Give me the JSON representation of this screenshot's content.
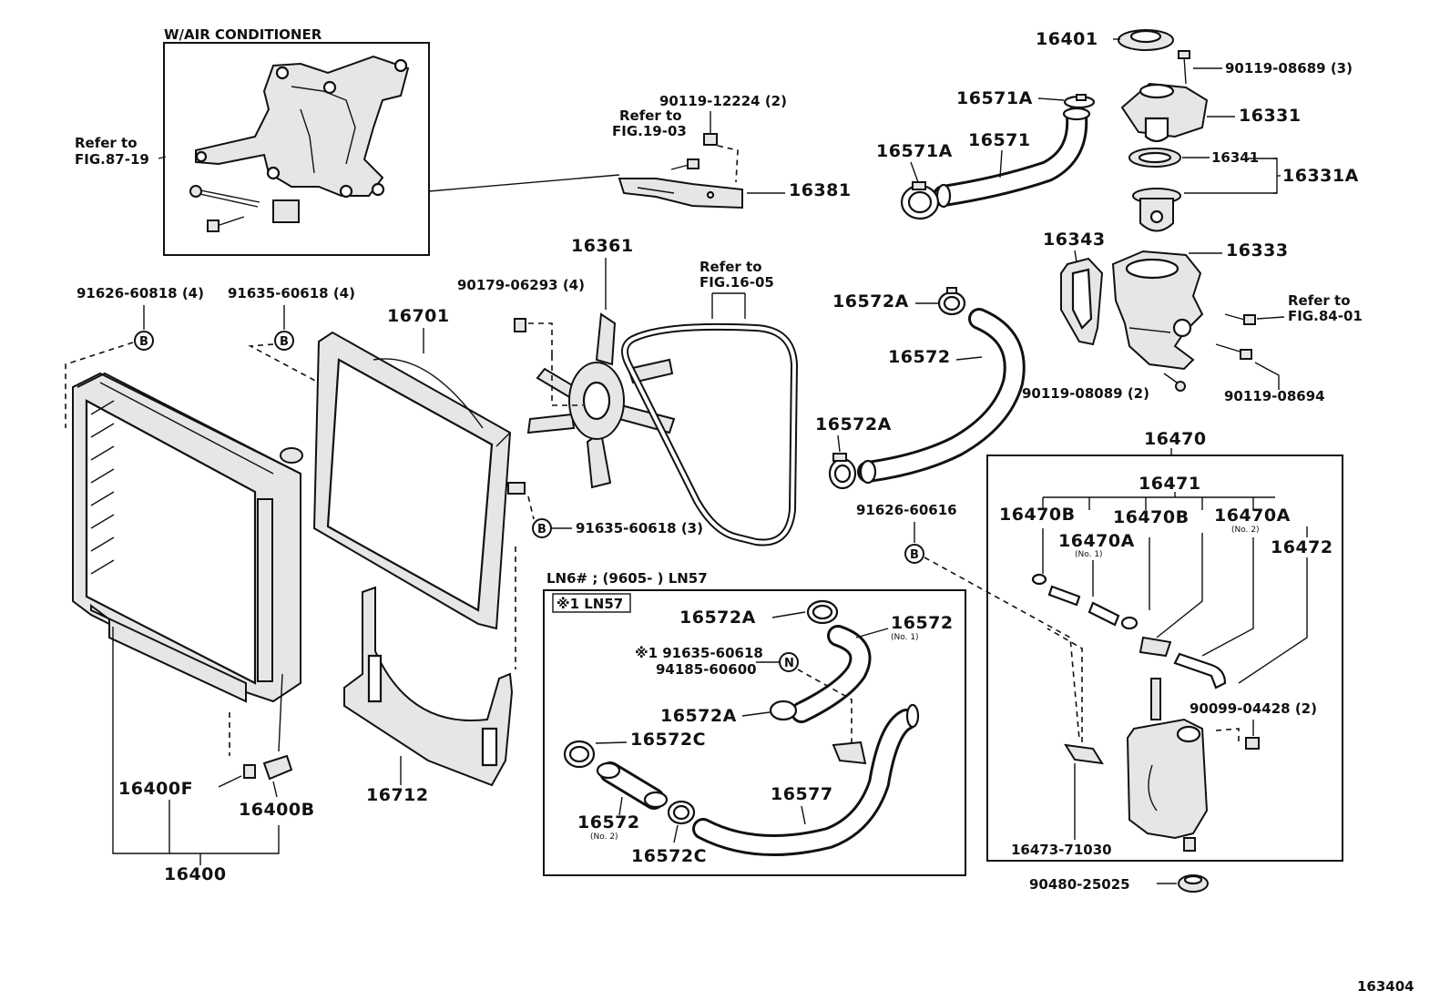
{
  "diagram_id": "163404",
  "inset_titles": {
    "air_conditioner": "W/AIR CONDITIONER",
    "ln6_box": "LN6# ; (9605-        ) LN57",
    "ln57_sub": "※1 LN57"
  },
  "refs": {
    "fig87": "Refer to\nFIG.87-19",
    "fig19": "Refer to\nFIG.19-03",
    "fig16": "Refer to\nFIG.16-05",
    "fig84": "Refer to\nFIG.84-01"
  },
  "circle_markers": {
    "b": "B",
    "n": "N"
  },
  "labels": {
    "p16401": "16401",
    "p90119_08689": "90119-08689 (3)",
    "p16571A_top": "16571A",
    "p16331": "16331",
    "p16571A_left": "16571A",
    "p16571": "16571",
    "p16341": "16341",
    "p16331A": "16331A",
    "p90119_12224": "90119-12224 (2)",
    "p16381": "16381",
    "p16343": "16343",
    "p16333": "16333",
    "p16361": "16361",
    "p91626_60818": "91626-60818 (4)",
    "p91635_60618_4": "91635-60618 (4)",
    "p90179_06293": "90179-06293 (4)",
    "p16701": "16701",
    "p16572A_1": "16572A",
    "p16572_1": "16572",
    "p90119_08089": "90119-08089 (2)",
    "p90119_08694": "90119-08694",
    "p16572A_2": "16572A",
    "p16470": "16470",
    "p16471": "16471",
    "p91626_60616": "91626-60616",
    "p16470B_1": "16470B",
    "p16470B_2": "16470B",
    "p16470A_1": "16470A",
    "p16470A_1_sub": "(No. 1)",
    "p16470A_2": "16470A",
    "p16470A_2_sub": "(No. 2)",
    "p16472": "16472",
    "p91635_60618_3": "91635-60618 (3)",
    "p16572A_3": "16572A",
    "p16572_no1": "16572",
    "p16572_no1_sub": "(No. 1)",
    "p91635_60618_star": "※1 91635-60618",
    "p94185_60600": "94185-60600",
    "p16572A_4": "16572A",
    "p16572C_1": "16572C",
    "p16577": "16577",
    "p16572_no2": "16572",
    "p16572_no2_sub": "(No. 2)",
    "p16572C_2": "16572C",
    "p90099_04428": "90099-04428 (2)",
    "p16473_71030": "16473-71030",
    "p90480_25025": "90480-25025",
    "p16400F": "16400F",
    "p16400B": "16400B",
    "p16712": "16712",
    "p16400": "16400"
  }
}
